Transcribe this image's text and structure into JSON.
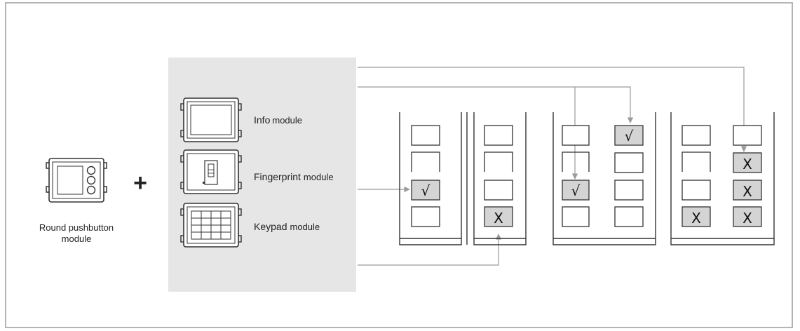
{
  "pushbutton": {
    "label_line1": "Round pushbutton",
    "label_line2": "module"
  },
  "plus_sign": "+",
  "modules": [
    {
      "name": "Info",
      "suffix": "module"
    },
    {
      "name": "Fingerprint",
      "suffix": "module"
    },
    {
      "name": "Keypad",
      "suffix": "module"
    }
  ],
  "marks": {
    "check": "√",
    "cross": "X"
  },
  "colors": {
    "panel": "#e6e6e6",
    "highlight": "#d4d4d4",
    "line": "#9a9a9a",
    "frame": "#b4b4b4"
  }
}
